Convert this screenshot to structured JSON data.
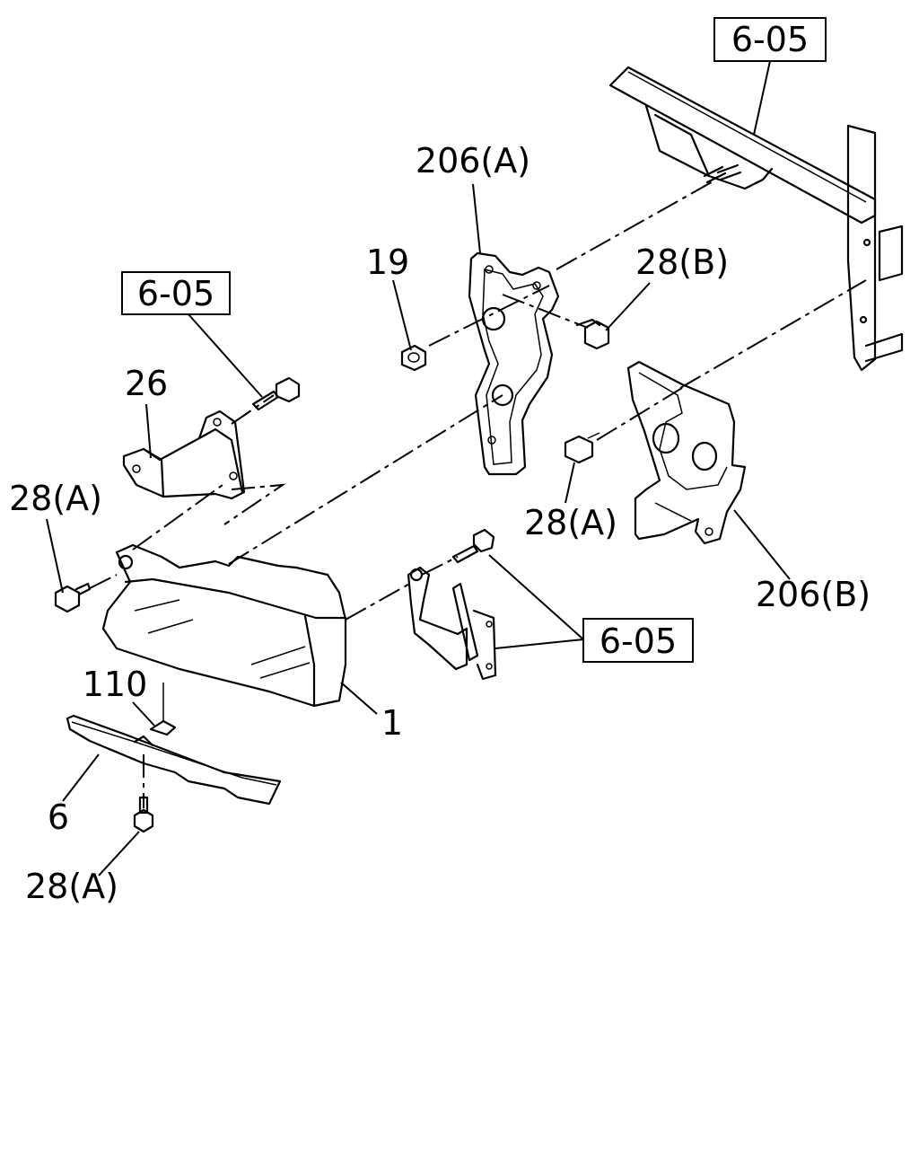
{
  "references": {
    "ref_top": "6-05",
    "ref_left": "6-05",
    "ref_right": "6-05"
  },
  "labels": {
    "bracket_upper": "206(A)",
    "nut": "19",
    "bolt_b": "28(B)",
    "bracket_small": "26",
    "bolt_a_left": "28(A)",
    "bolt_a_right": "28(A)",
    "bracket_lower": "206(B)",
    "clip": "110",
    "headlamp": "1",
    "garnish": "6",
    "bolt_a_bottom": "28(A)"
  }
}
